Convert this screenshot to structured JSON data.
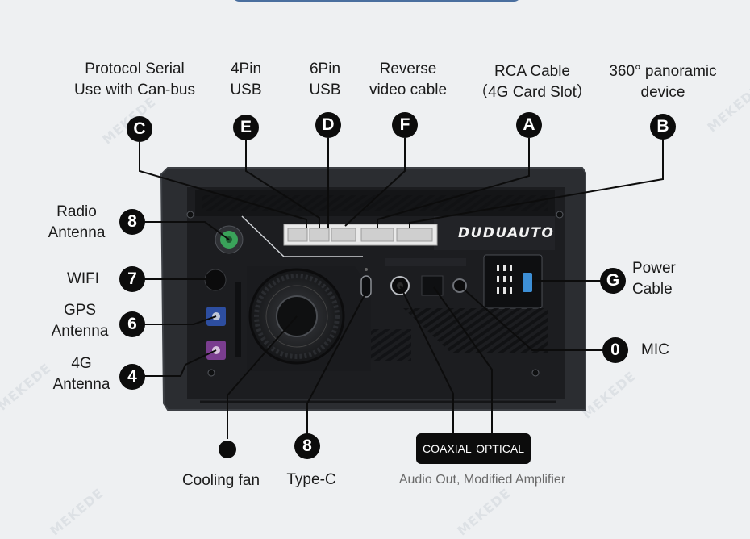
{
  "labels": {
    "protocol_serial": [
      "Protocol Serial",
      "Use with Can-bus"
    ],
    "usb_4pin": [
      "4Pin",
      "USB"
    ],
    "usb_6pin": [
      "6Pin",
      "USB"
    ],
    "reverse": [
      "Reverse",
      "video cable"
    ],
    "rca": [
      "RCA Cable",
      "（4G Card Slot）"
    ],
    "panoramic": [
      "360° panoramic",
      "device"
    ],
    "radio_antenna": [
      "Radio",
      "Antenna"
    ],
    "wifi": "WIFI",
    "gps_antenna": [
      "GPS",
      "Antenna"
    ],
    "antenna_4g": [
      "4G",
      "Antenna"
    ],
    "power_cable": [
      "Power",
      "Cable"
    ],
    "mic": "MIC",
    "cooling_fan": "Cooling fan",
    "type_c": "Type-C",
    "audio_box": "COAXIAL  OPTICAL",
    "audio_out": "Audio Out, Modified Amplifier"
  },
  "badges": {
    "C": "C",
    "E": "E",
    "D": "D",
    "F": "F",
    "A": "A",
    "B": "B",
    "radio": "8",
    "wifi": "7",
    "gps": "6",
    "g4": "4",
    "power": "G",
    "mic": "0",
    "typec": "8"
  },
  "brand": "DUDUAUTO",
  "watermark": "MEKEDE",
  "colors": {
    "background": "#eef0f2",
    "panel": "#2b2d31",
    "badge": "#0c0c0c",
    "radio_connector": "#3aa35a",
    "gps_connector": "#2d4ea0",
    "g4_connector": "#7a3d8f",
    "power_latch": "#3d8fd6"
  }
}
